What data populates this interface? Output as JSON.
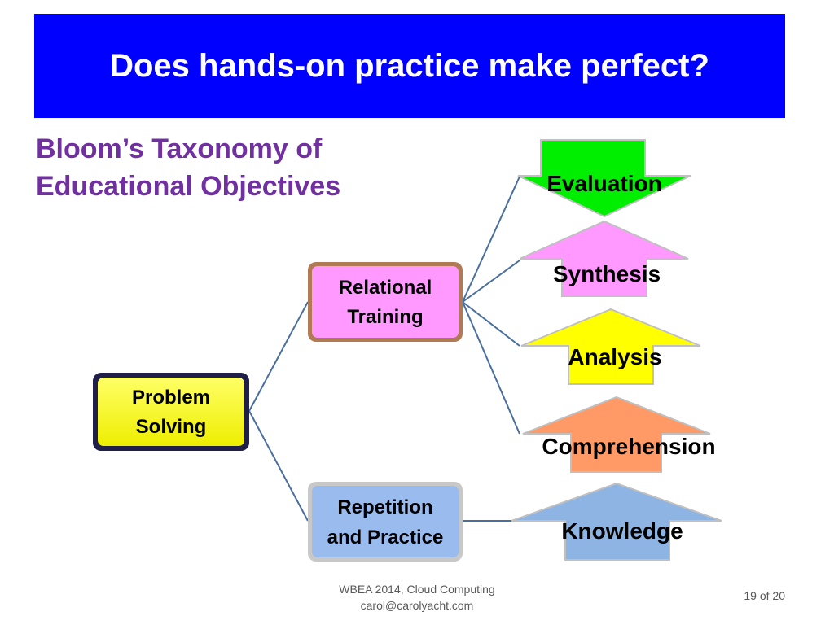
{
  "slide": {
    "title": "Does hands-on practice make perfect?",
    "subtitle_line1": "Bloom’s Taxonomy of",
    "subtitle_line2": "Educational Objectives"
  },
  "tree": {
    "root": "Problem Solving",
    "root_line1": "Problem",
    "root_line2": "Solving",
    "branch_relational_line1": "Relational",
    "branch_relational_line2": "Training",
    "branch_repetition_line1": "Repetition",
    "branch_repetition_line2": "and Practice"
  },
  "bloom_levels": [
    {
      "label": "Evaluation",
      "direction": "down",
      "color": "#00ee00"
    },
    {
      "label": "Synthesis",
      "direction": "up",
      "color": "#ff99ff"
    },
    {
      "label": "Analysis",
      "direction": "up",
      "color": "#ffff00"
    },
    {
      "label": "Comprehension",
      "direction": "up",
      "color": "#ff9966"
    },
    {
      "label": "Knowledge",
      "direction": "up",
      "color": "#8db4e2"
    }
  ],
  "colors": {
    "title_bg": "#0000ff",
    "subtitle": "#7030a0",
    "root_fill": "#ffff00",
    "relational_fill": "#ff99ff",
    "repetition_fill": "#99bbee",
    "connector": "#4a6f9e"
  },
  "footer": {
    "line1": "WBEA 2014, Cloud Computing",
    "line2": "carol@carolyacht.com",
    "page": "19 of 20"
  }
}
